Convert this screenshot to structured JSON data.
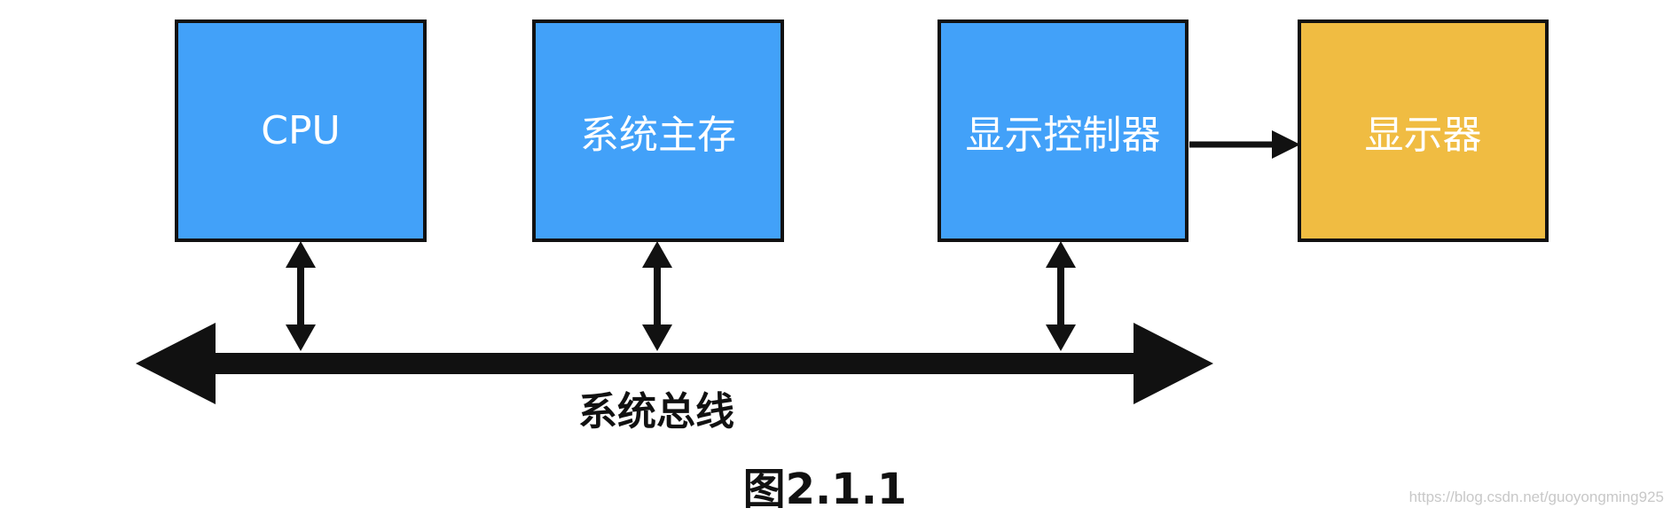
{
  "colors": {
    "component_blue": "#42A1F9",
    "display_yellow": "#F0BC42",
    "stroke": "#111111"
  },
  "nodes": {
    "cpu": {
      "label": "CPU"
    },
    "memory": {
      "label": "系统主存"
    },
    "display_controller": {
      "label": "显示控制器"
    },
    "display": {
      "label": "显示器"
    }
  },
  "bus": {
    "label": "系统总线"
  },
  "edges": [
    {
      "from": "cpu",
      "to": "bus",
      "type": "bidirectional"
    },
    {
      "from": "memory",
      "to": "bus",
      "type": "bidirectional"
    },
    {
      "from": "display_controller",
      "to": "bus",
      "type": "bidirectional"
    },
    {
      "from": "display_controller",
      "to": "display",
      "type": "directed"
    }
  ],
  "caption": "图2.1.1",
  "watermark": "https://blog.csdn.net/guoyongming925"
}
